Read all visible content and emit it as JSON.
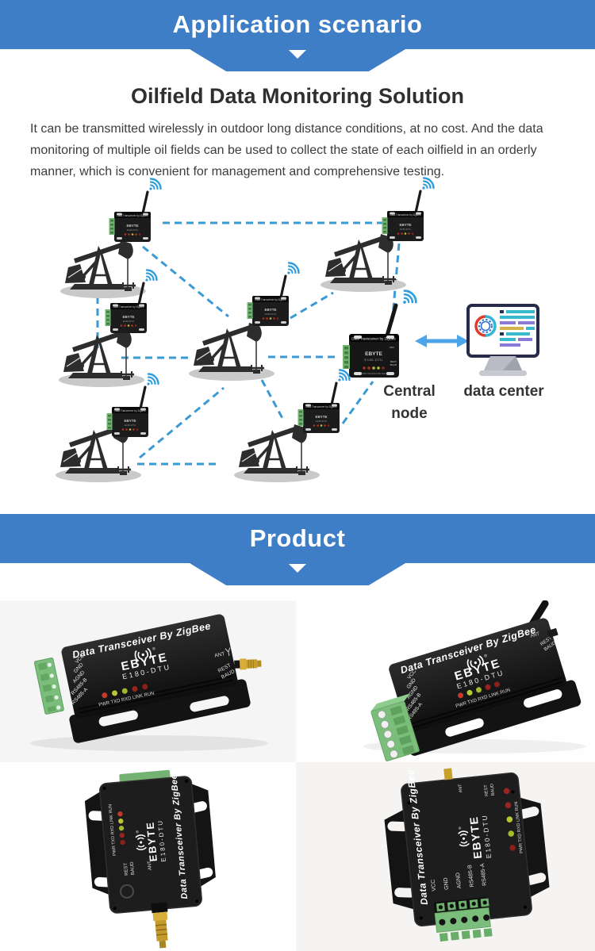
{
  "banners": {
    "application": "Application scenario",
    "product": "Product"
  },
  "solution": {
    "title": "Oilfield Data Monitoring Solution",
    "description": "It can be transmitted wirelessly in outdoor long distance conditions, at no cost. And the data monitoring of multiple oil fields can be used to collect the state of each oilfield in an orderly manner, which is convenient for management and comprehensive testing."
  },
  "diagram": {
    "central_node_line1": "Central",
    "central_node_line2": "node",
    "data_center": "data center",
    "device_label": "Data Transceiver by ZigBee"
  },
  "products": {
    "device_title": "Data Transceiver By ZigBee",
    "brand": "EBYTE",
    "model": "E180-DTU",
    "registered": "®",
    "pins": [
      "VCC",
      "GND",
      "AGND",
      "RS485-B",
      "RS485-A"
    ],
    "led_labels": "PWR TXD RXD LINK RUN",
    "ant": "ANT",
    "rest": "REST",
    "baud": "BAUD"
  },
  "colors": {
    "banner_blue": "#3d7ec6",
    "dash_blue": "#3b9ad6",
    "wifi_blue": "#2f9dde",
    "arrow_blue": "#4ba5e8",
    "terminal_green": "#74b274"
  }
}
